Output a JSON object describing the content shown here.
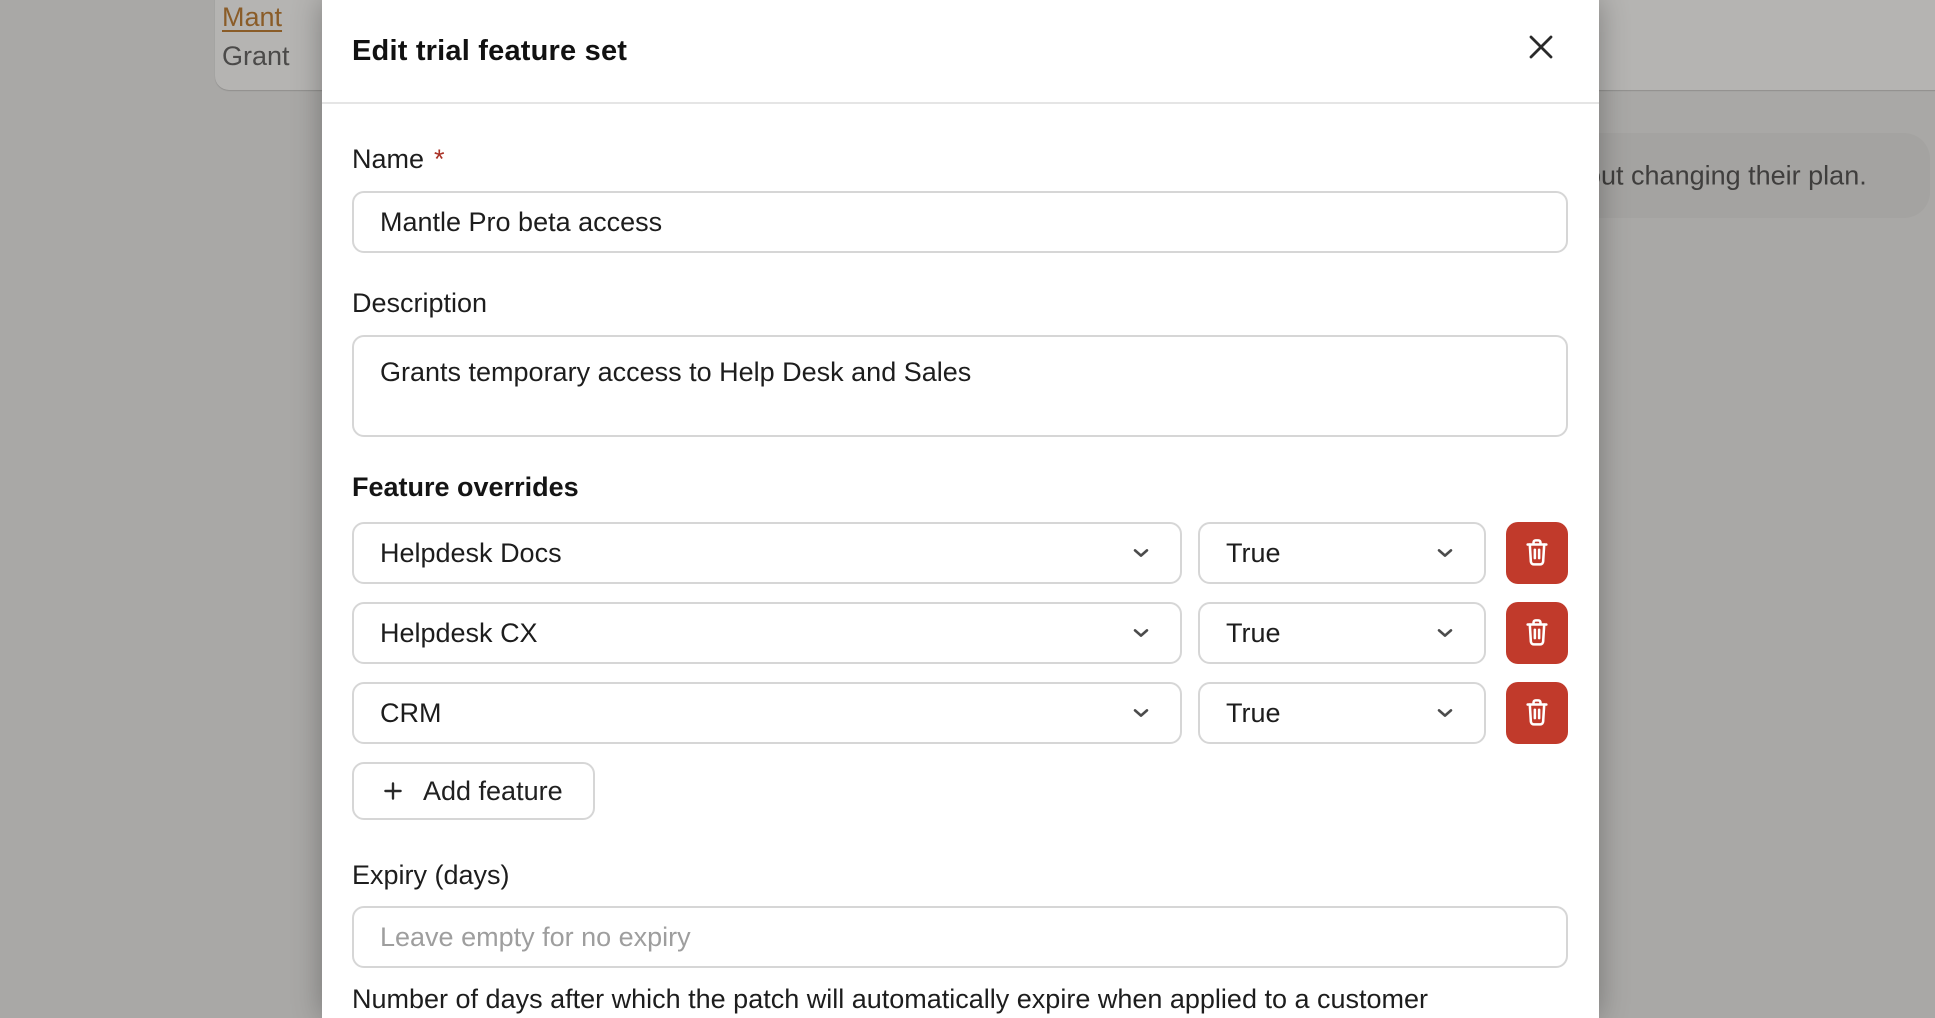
{
  "backdrop": {
    "card_link_text": "Mant",
    "card_subtext": "Grant",
    "banner_text": "out changing their plan."
  },
  "modal": {
    "title": "Edit trial feature set",
    "fields": {
      "name": {
        "label": "Name",
        "required_marker": "*",
        "value": "Mantle Pro beta access"
      },
      "description": {
        "label": "Description",
        "value": "Grants temporary access to Help Desk and Sales"
      },
      "expiry": {
        "label": "Expiry (days)",
        "placeholder": "Leave empty for no expiry",
        "help": "Number of days after which the patch will automatically expire when applied to a customer"
      }
    },
    "feature_overrides": {
      "heading": "Feature overrides",
      "rows": [
        {
          "feature": "Helpdesk Docs",
          "value": "True"
        },
        {
          "feature": "Helpdesk CX",
          "value": "True"
        },
        {
          "feature": "CRM",
          "value": "True"
        }
      ],
      "add_button_label": "Add feature"
    }
  },
  "colors": {
    "danger_red": "#c13a2b",
    "required_red": "#a93226",
    "backdrop_link_brown": "#8a5c28",
    "overlay_gray": "#a9a8a6"
  }
}
